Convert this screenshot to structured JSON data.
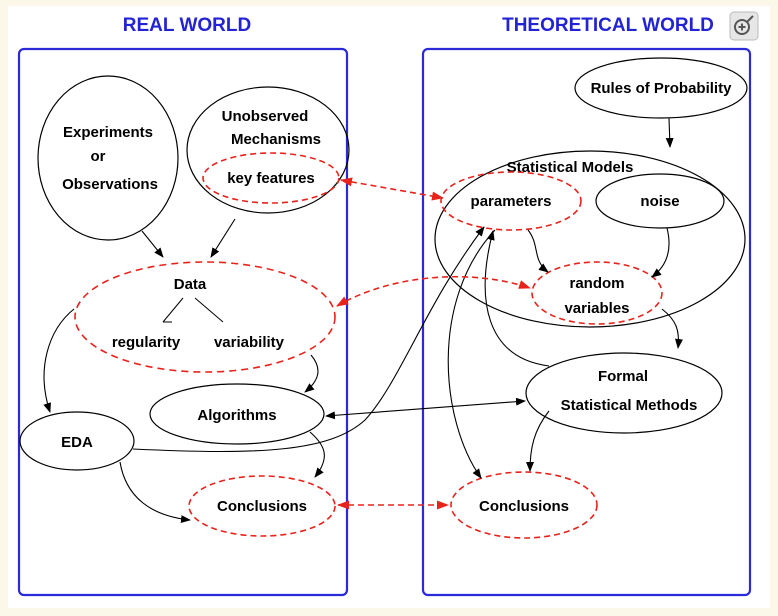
{
  "headers": {
    "real_world": "REAL WORLD",
    "theoretical_world": "THEORETICAL WORLD"
  },
  "nodes": {
    "experiments_line1": "Experiments",
    "experiments_line2": "or",
    "experiments_line3": "Observations",
    "unobserved_line1": "Unobserved",
    "unobserved_line2": "Mechanisms",
    "key_features": "key features",
    "data": "Data",
    "regularity": "regularity",
    "variability": "variability",
    "eda": "EDA",
    "algorithms": "Algorithms",
    "conclusions_real": "Conclusions",
    "rules_of_probability": "Rules of Probability",
    "statistical_models": "Statistical Models",
    "parameters": "parameters",
    "noise": "noise",
    "random_line1": "random",
    "random_line2": "variables",
    "formal_line1": "Formal",
    "formal_line2": "Statistical Methods",
    "conclusions_theory": "Conclusions"
  },
  "colors": {
    "box_border": "#2a2ad8",
    "header_text": "#2323d6",
    "dashed_red": "#e8231b",
    "ink": "#000000",
    "background": "#fbf8ea",
    "panel": "#ffffff"
  },
  "toolbar": {
    "zoom_icon": "zoom-in-icon"
  }
}
